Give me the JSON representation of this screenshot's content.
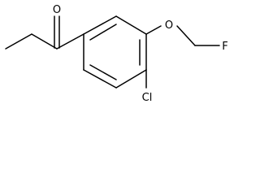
{
  "molecule": {
    "atoms": {
      "oxygen_carbonyl": "O",
      "oxygen_ether": "O",
      "fluorine": "F",
      "chlorine": "Cl"
    }
  },
  "colors": {
    "bond": "#000000",
    "background": "#ffffff"
  }
}
